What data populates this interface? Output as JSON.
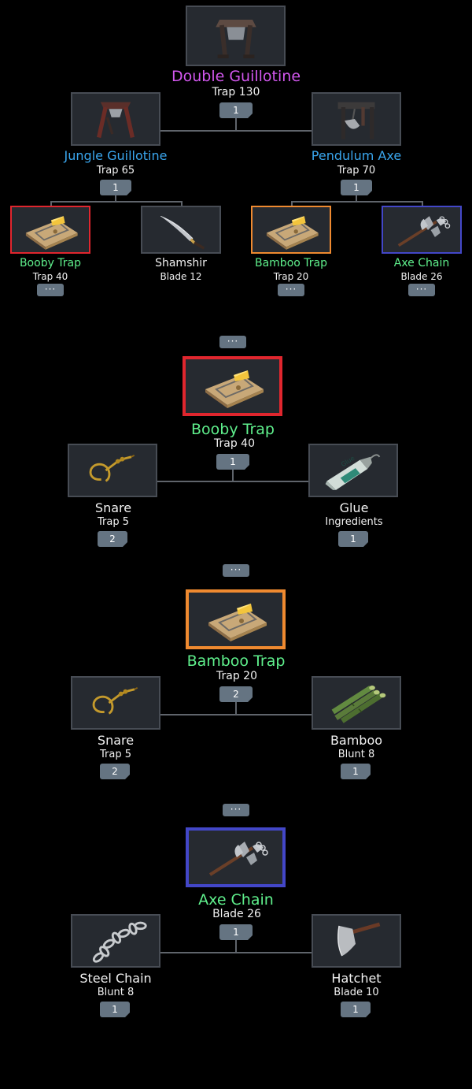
{
  "colors": {
    "purple": "#d257ee",
    "blue": "#3aa6ee",
    "green": "#5ff08c",
    "red": "#e0262e",
    "orange": "#ef8a30",
    "indigo": "#4347c8"
  },
  "tree": {
    "root": {
      "name": "Double Guillotine",
      "sub": "Trap 130",
      "count": "1",
      "icon": "double-guillotine-icon"
    },
    "left": {
      "name": "Jungle Guillotine",
      "sub": "Trap 65",
      "count": "1",
      "icon": "jungle-guillotine-icon"
    },
    "right": {
      "name": "Pendulum Axe",
      "sub": "Trap 70",
      "count": "1",
      "icon": "pendulum-axe-icon"
    },
    "leaves": [
      {
        "name": "Booby Trap",
        "sub": "Trap 40",
        "more": "···",
        "icon": "mousetrap-icon"
      },
      {
        "name": "Shamshir",
        "sub": "Blade 12",
        "icon": "scimitar-icon"
      },
      {
        "name": "Bamboo Trap",
        "sub": "Trap 20",
        "more": "···",
        "icon": "mousetrap-icon"
      },
      {
        "name": "Axe Chain",
        "sub": "Blade 26",
        "more": "···",
        "icon": "axe-chain-icon"
      }
    ]
  },
  "sections": [
    {
      "more": "···",
      "name": "Booby Trap",
      "sub": "Trap 40",
      "count": "1",
      "left": {
        "name": "Snare",
        "sub": "Trap 5",
        "count": "2"
      },
      "right": {
        "name": "Glue",
        "sub": "Ingredients",
        "count": "1",
        "tube": "Glue"
      }
    },
    {
      "more": "···",
      "name": "Bamboo Trap",
      "sub": "Trap 20",
      "count": "2",
      "left": {
        "name": "Snare",
        "sub": "Trap 5",
        "count": "2"
      },
      "right": {
        "name": "Bamboo",
        "sub": "Blunt 8",
        "count": "1"
      }
    },
    {
      "more": "···",
      "name": "Axe Chain",
      "sub": "Blade 26",
      "count": "1",
      "left": {
        "name": "Steel Chain",
        "sub": "Blunt 8",
        "count": "1"
      },
      "right": {
        "name": "Hatchet",
        "sub": "Blade 10",
        "count": "1"
      }
    }
  ]
}
